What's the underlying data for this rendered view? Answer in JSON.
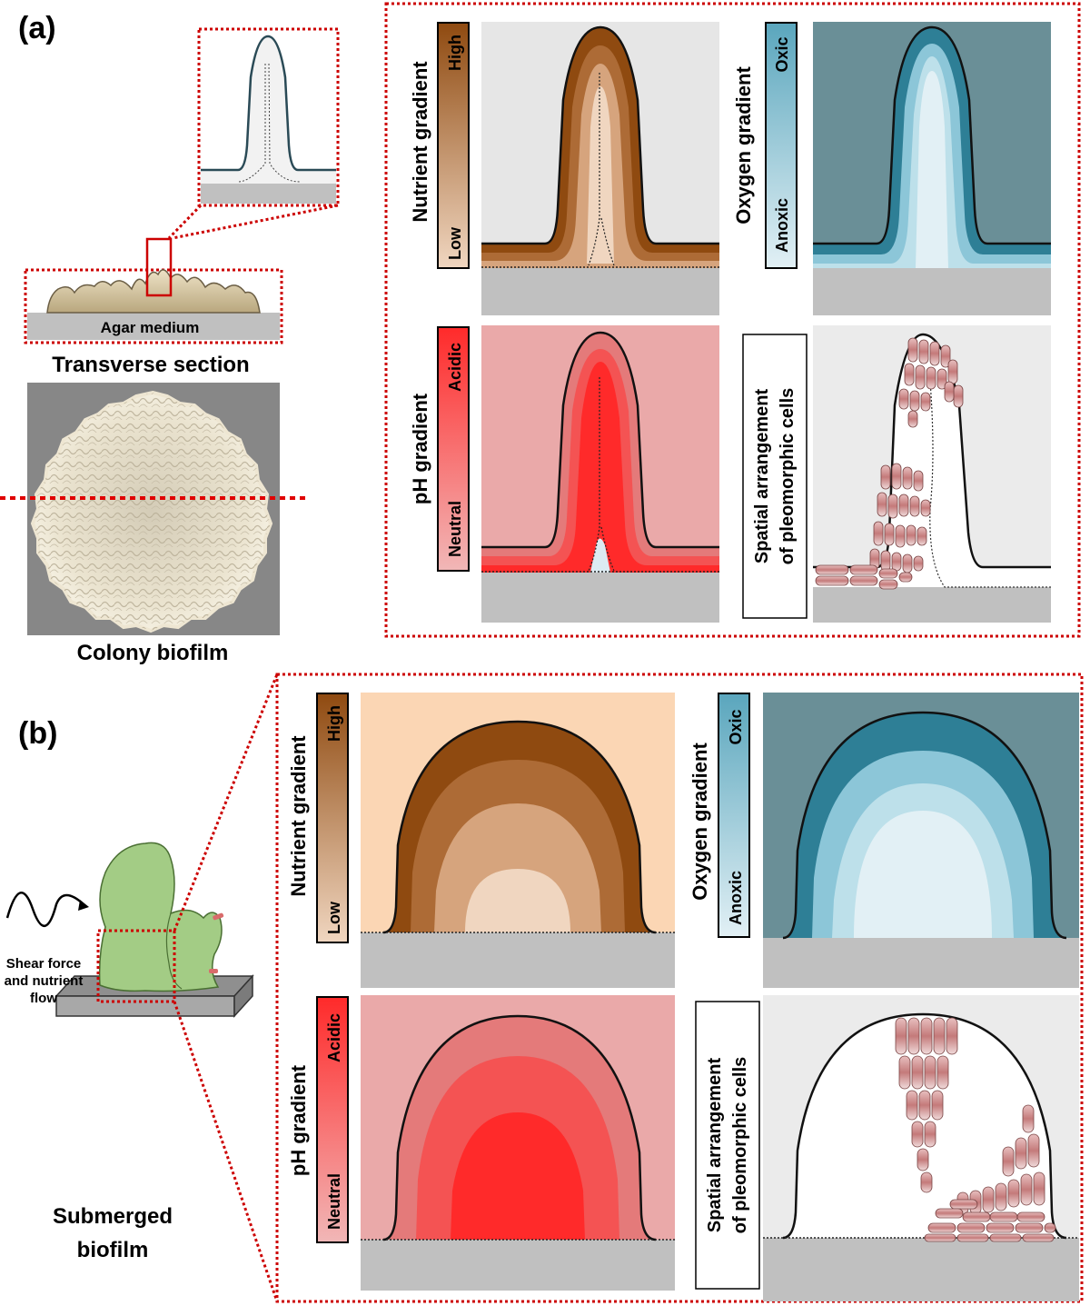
{
  "panel_a": {
    "label": "(a)",
    "agar_label": "Agar medium",
    "transverse_caption": "Transverse section",
    "colony_caption": "Colony biofilm",
    "nutrient": {
      "title": "Nutrient gradient",
      "high": "High",
      "low": "Low"
    },
    "oxygen": {
      "title": "Oxygen gradient",
      "oxic": "Oxic",
      "anoxic": "Anoxic"
    },
    "ph": {
      "title": "pH gradient",
      "acidic": "Acidic",
      "neutral": "Neutral"
    },
    "spatial": {
      "line1": "Spatial arrangement",
      "line2": "of pleomorphic cells"
    }
  },
  "panel_b": {
    "label": "(b)",
    "shear_line1": "Shear force",
    "shear_line2": "and nutrient",
    "shear_line3": "flow",
    "caption_line1": "Submerged",
    "caption_line2": "biofilm",
    "nutrient": {
      "title": "Nutrient gradient",
      "high": "High",
      "low": "Low"
    },
    "oxygen": {
      "title": "Oxygen gradient",
      "oxic": "Oxic",
      "anoxic": "Anoxic"
    },
    "ph": {
      "title": "pH gradient",
      "acidic": "Acidic",
      "neutral": "Neutral"
    },
    "spatial": {
      "line1": "Spatial arrangement",
      "line2": "of pleomorphic cells"
    }
  },
  "colors": {
    "dotted_box": "#cc0000",
    "agar": "#c0c0c0",
    "nutrient_dark": "#8f4a10",
    "nutrient_light": "#f0d6c0",
    "oxygen_dark": "#2e7f96",
    "oxygen_light": "#e2f0f5",
    "ph_acidic": "#ff2a2a",
    "ph_neutral": "#f1b7b7",
    "cell": "#d89a9a",
    "submerged_biofilm": "#a3cc85"
  }
}
